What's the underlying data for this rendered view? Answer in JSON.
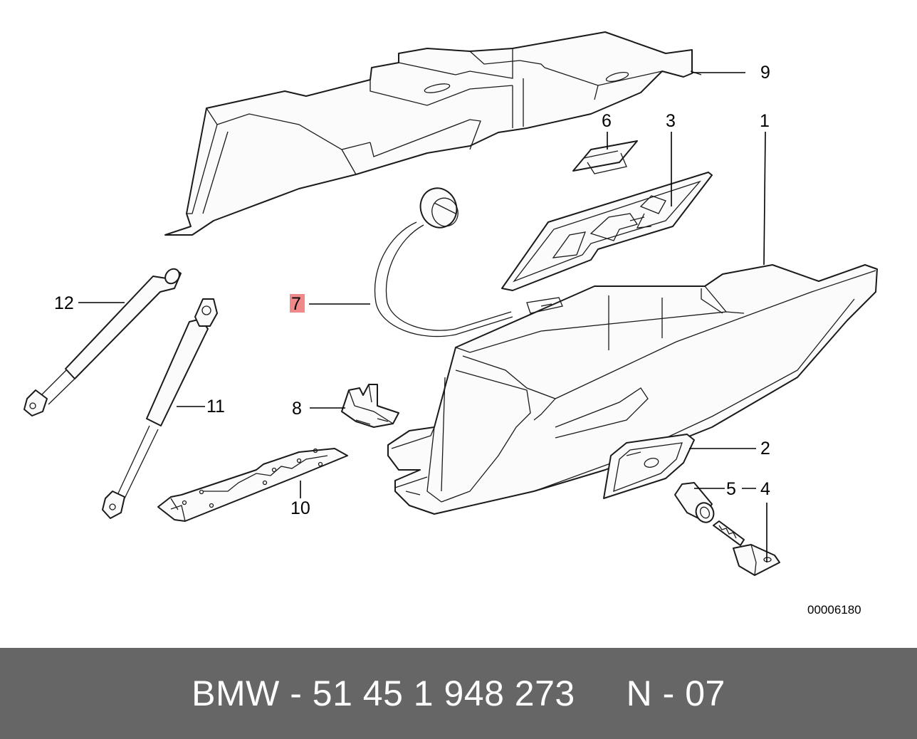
{
  "diagram": {
    "callouts": [
      {
        "id": "9",
        "label": "9"
      },
      {
        "id": "6",
        "label": "6"
      },
      {
        "id": "3",
        "label": "3"
      },
      {
        "id": "1",
        "label": "1"
      },
      {
        "id": "12",
        "label": "12"
      },
      {
        "id": "7",
        "label": "7",
        "highlighted": true
      },
      {
        "id": "11",
        "label": "11"
      },
      {
        "id": "8",
        "label": "8"
      },
      {
        "id": "2",
        "label": "2"
      },
      {
        "id": "5",
        "label": "5"
      },
      {
        "id": "4",
        "label": "4"
      },
      {
        "id": "10",
        "label": "10"
      }
    ],
    "code": "00006180",
    "highlight_color": "#f08a8a"
  },
  "footer": {
    "text": "BMW - 51 45 1 948 273     N - 07",
    "background": "#666666"
  }
}
